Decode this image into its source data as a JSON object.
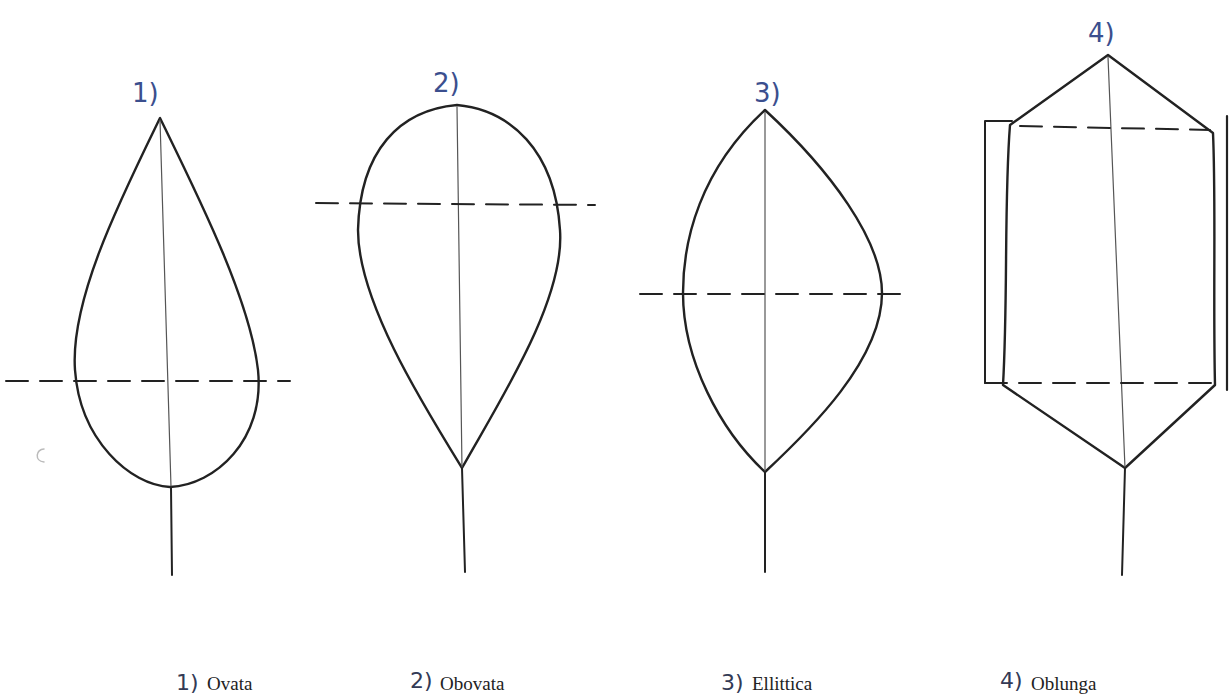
{
  "diagram": {
    "labels": [
      "1)",
      "2)",
      "3)",
      "4)",
      "1)",
      "Ovata",
      "2)",
      "Obovata",
      "3)",
      "Ellittica",
      "4)",
      "Oblunga"
    ]
  }
}
